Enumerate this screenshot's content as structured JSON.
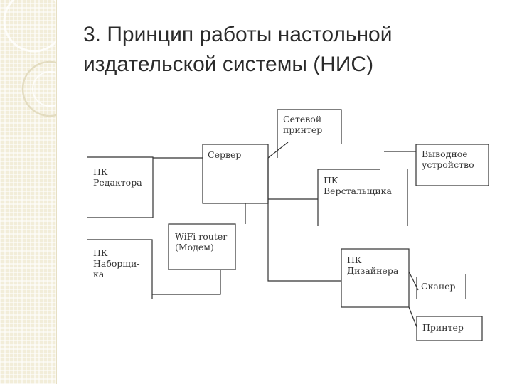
{
  "slide": {
    "title_line1": "3. Принцип работы настольной",
    "title_line2": "издательской системы (НИС)"
  },
  "diagram": {
    "nodes": {
      "network_printer": "Сетевой\nпринтер",
      "server": "Сервер",
      "output_device": "Выводное\nустройство",
      "pc_editor": "ПК\nРедактора",
      "pc_layout": "ПК\nВерстальщика",
      "wifi_router": "WiFi router\n(Модем)",
      "pc_typesetter": "ПК\nНаборщи-\nка",
      "pc_designer": "ПК\nДизайнера",
      "scanner": "Сканер",
      "printer": "Принтер"
    }
  },
  "colors": {
    "title": "#2b2b2b",
    "lines": "#333333",
    "side_band": "#f2edd9"
  }
}
